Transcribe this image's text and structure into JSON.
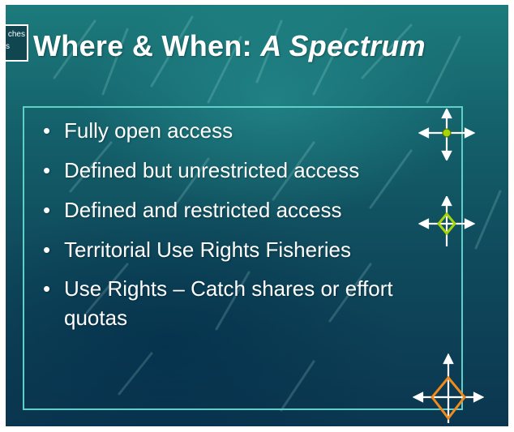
{
  "slide": {
    "corner_logo": {
      "line1": "ches",
      "line2": "s"
    },
    "title": {
      "main": "Where & When: ",
      "emphasis": "A Spectrum"
    },
    "bullets": [
      "Fully open access",
      "Defined but unrestricted access",
      "Defined and restricted access",
      "Territorial Use Rights Fisheries",
      "Use Rights – Catch shares or effort quotas"
    ],
    "markers": [
      {
        "name": "arrows-dot-icon",
        "accent": "#a6d60a"
      },
      {
        "name": "arrows-small-diamond-icon",
        "accent": "#a6d60a"
      },
      {
        "name": "arrows-large-diamond-icon",
        "accent": "#f08a1c"
      }
    ],
    "colors": {
      "frame": "#5ed0c8",
      "text": "#ffffff"
    }
  }
}
